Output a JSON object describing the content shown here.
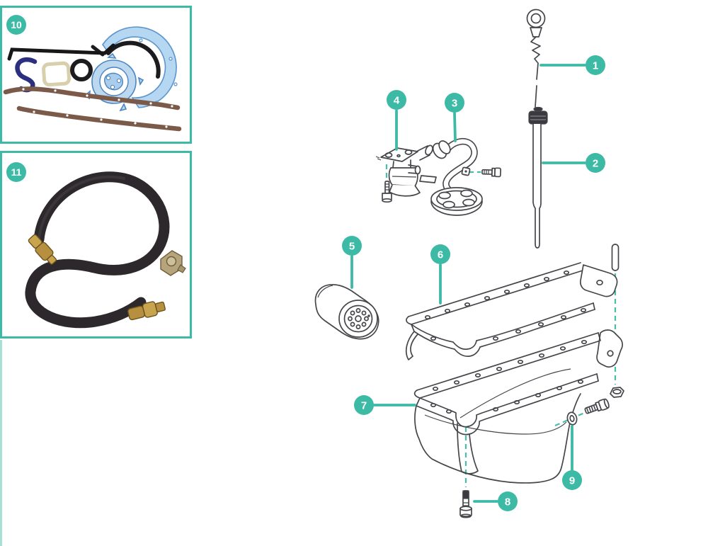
{
  "diagram": {
    "accent_color": "#3dbaa5",
    "line_color": "#45464a",
    "callouts": [
      {
        "number": "1",
        "part": "dipstick"
      },
      {
        "number": "2",
        "part": "dipstick-tube"
      },
      {
        "number": "3",
        "part": "oil-pickup-tube"
      },
      {
        "number": "4",
        "part": "oil-pump"
      },
      {
        "number": "5",
        "part": "oil-filter"
      },
      {
        "number": "6",
        "part": "oil-pan-gasket"
      },
      {
        "number": "7",
        "part": "oil-pan"
      },
      {
        "number": "8",
        "part": "oil-drain-plug"
      },
      {
        "number": "9",
        "part": "drain-plug-washer"
      }
    ],
    "insets": [
      {
        "number": "10",
        "part": "engine-gasket-set"
      },
      {
        "number": "11",
        "part": "oil-drain-hose-kit"
      }
    ]
  }
}
